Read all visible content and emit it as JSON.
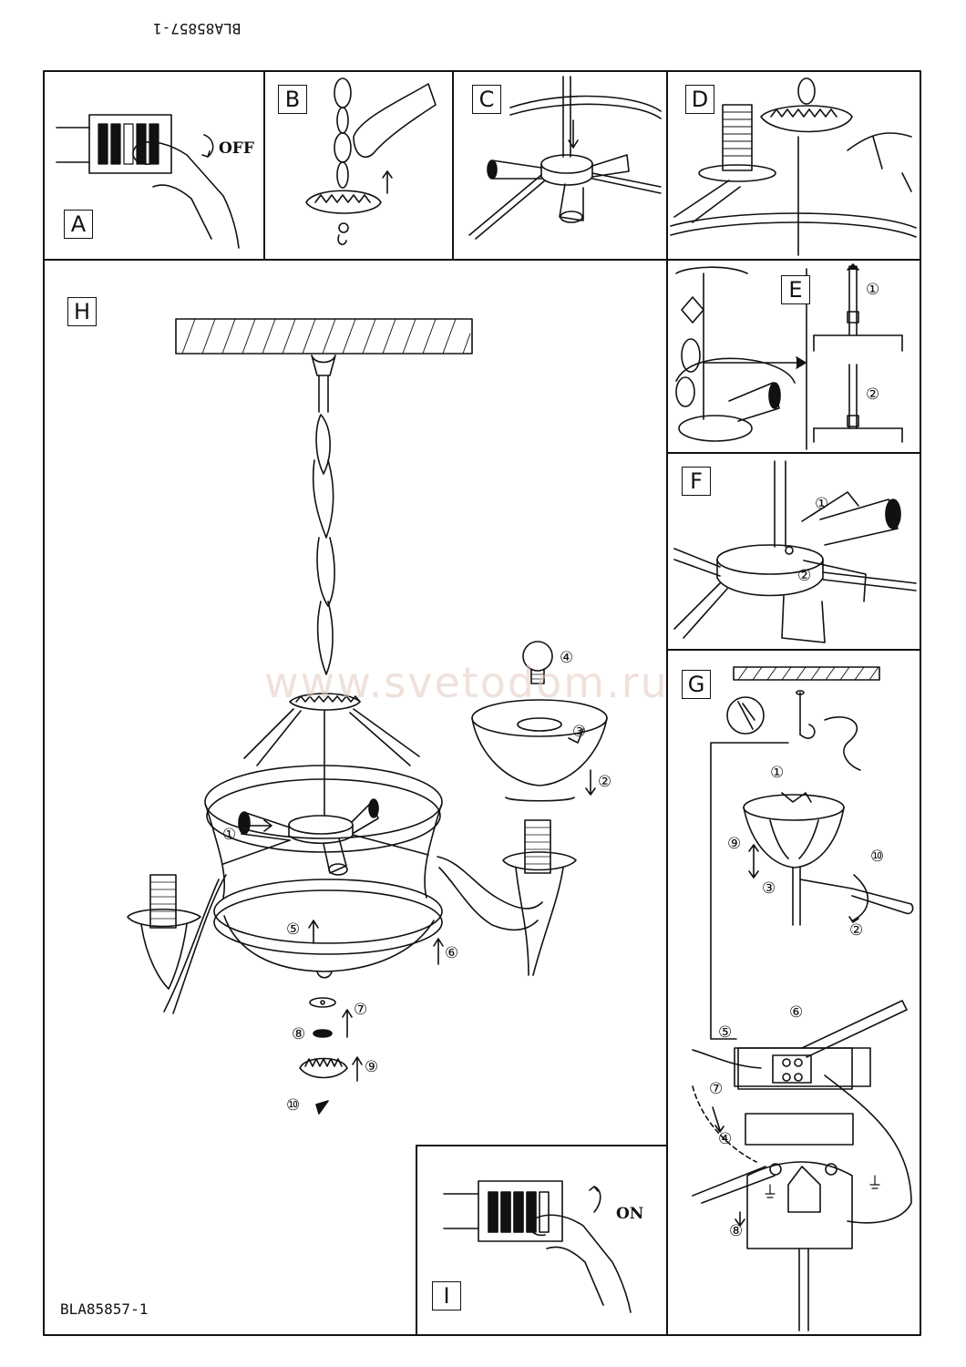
{
  "document": {
    "code_top": "BLA85857-1",
    "code_bottom": "BLA85857-1",
    "watermark": "www.svetodom.ru"
  },
  "panels": {
    "A": {
      "letter": "A",
      "switch_label": "OFF"
    },
    "B": {
      "letter": "B"
    },
    "C": {
      "letter": "C"
    },
    "D": {
      "letter": "D"
    },
    "E": {
      "letter": "E",
      "callouts": [
        "①",
        "②"
      ]
    },
    "F": {
      "letter": "F",
      "callouts": [
        "①",
        "②"
      ]
    },
    "G": {
      "letter": "G",
      "callouts": [
        "①",
        "②",
        "③",
        "④",
        "⑤",
        "⑥",
        "⑦",
        "⑧",
        "⑨",
        "⑩"
      ]
    },
    "H": {
      "letter": "H",
      "callouts": [
        "①",
        "②",
        "③",
        "④",
        "⑤",
        "⑥",
        "⑦",
        "⑧",
        "⑨",
        "⑩"
      ]
    },
    "I": {
      "letter": "I",
      "switch_label": "ON"
    }
  },
  "colors": {
    "line": "#111111",
    "watermark": "#e2c9bf"
  }
}
